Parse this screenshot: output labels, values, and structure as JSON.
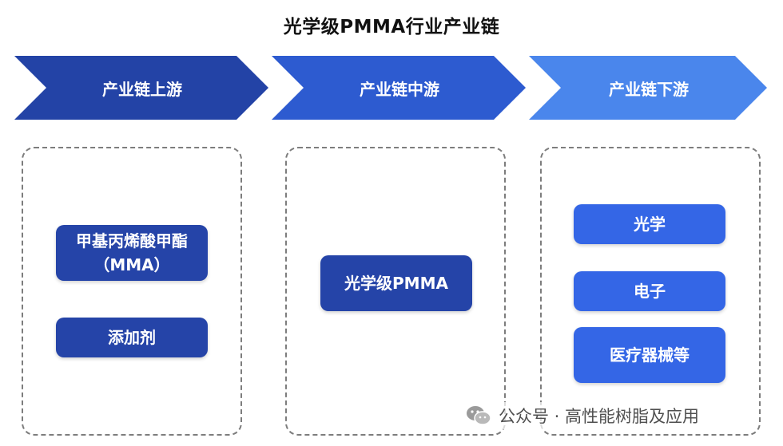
{
  "title": "光学级PMMA行业产业链",
  "stages": [
    {
      "label": "产业链上游",
      "color": "#2343a6"
    },
    {
      "label": "产业链中游",
      "color": "#2d5bd0"
    },
    {
      "label": "产业链下游",
      "color": "#4a86ec"
    }
  ],
  "upstream": {
    "items": [
      {
        "line1": "甲基丙烯酸甲酯",
        "line2": "（MMA）"
      },
      {
        "line1": "添加剂"
      }
    ]
  },
  "midstream": {
    "items": [
      {
        "line1": "光学级PMMA"
      }
    ]
  },
  "downstream": {
    "items": [
      {
        "line1": "光学"
      },
      {
        "line1": "电子"
      },
      {
        "line1": "医疗器械等"
      }
    ]
  },
  "watermark": "公众号 · 高性能树脂及应用"
}
